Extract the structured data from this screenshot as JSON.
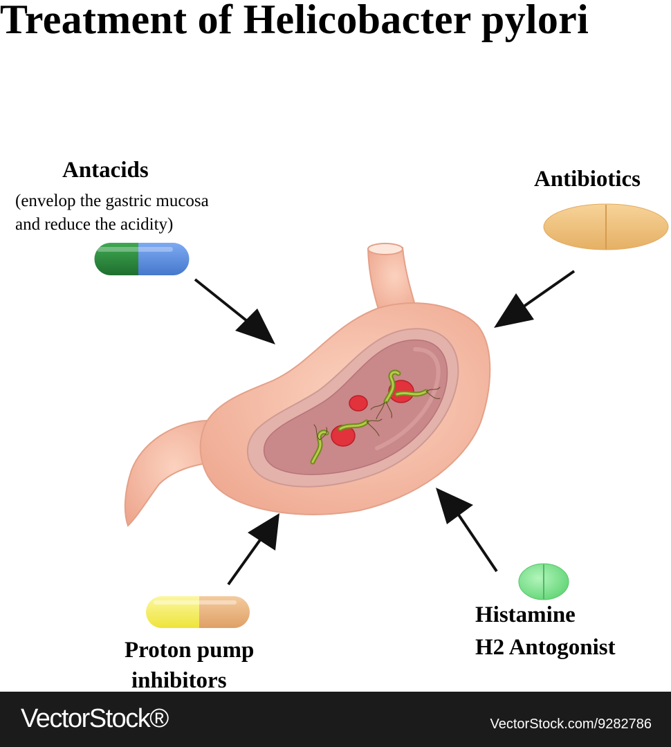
{
  "title": "Treatment of Helicobacter pylori",
  "antacids": {
    "label": "Antacids",
    "note_line1": "(envelop the gastric mucosa",
    "note_line2": "and reduce the acidity)"
  },
  "antibiotics": {
    "label": "Antibiotics"
  },
  "ppi": {
    "line1": "Proton pump",
    "line2": "inhibitors"
  },
  "h2": {
    "line1": "Histamine",
    "line2": "H2 Antogonist"
  },
  "footer": {
    "brand": "VectorStock®",
    "id": "VectorStock.com/9282786"
  },
  "colors": {
    "stomach": "#f4b9a0",
    "mucosa": "#c98887",
    "capsule_green": "#2a8a3c",
    "capsule_blue": "#5a8fe0",
    "pill_tan": "#f0c27e",
    "capsule_yellow": "#f5ef5a",
    "capsule_peach": "#e9b27e",
    "pill_green": "#7fe08e",
    "bacteria": "#8aa329"
  }
}
